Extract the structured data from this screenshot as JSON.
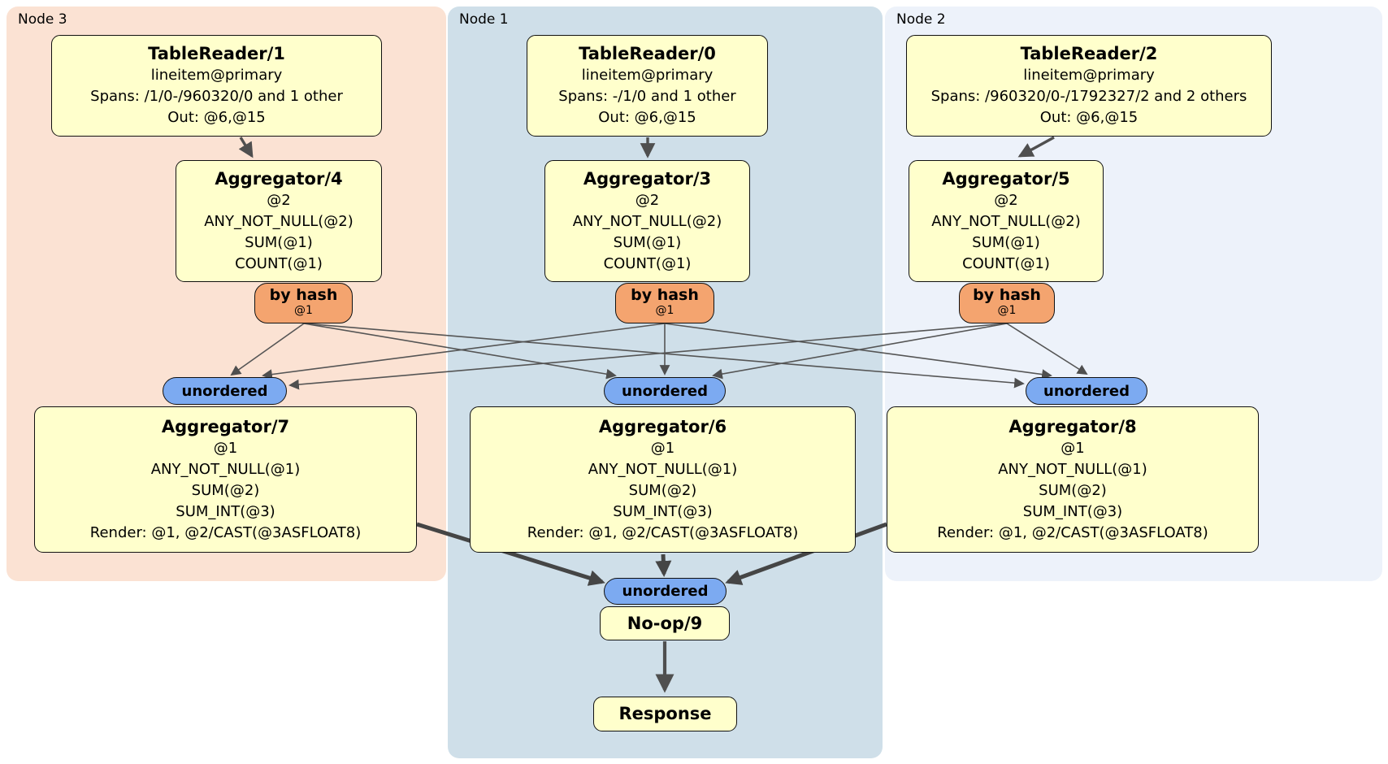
{
  "regions": [
    {
      "label": "Node 3"
    },
    {
      "label": "Node 1"
    },
    {
      "label": "Node 2"
    }
  ],
  "boxes": {
    "tr1": {
      "title": "TableReader/1",
      "lines": [
        "lineitem@primary",
        "Spans: /1/0-/960320/0 and 1 other",
        "Out: @6,@15"
      ]
    },
    "tr0": {
      "title": "TableReader/0",
      "lines": [
        "lineitem@primary",
        "Spans: -/1/0 and 1 other",
        "Out: @6,@15"
      ]
    },
    "tr2": {
      "title": "TableReader/2",
      "lines": [
        "lineitem@primary",
        "Spans: /960320/0-/1792327/2 and 2 others",
        "Out: @6,@15"
      ]
    },
    "agg4": {
      "title": "Aggregator/4",
      "lines": [
        "@2",
        "ANY_NOT_NULL(@2)",
        "SUM(@1)",
        "COUNT(@1)"
      ]
    },
    "agg3": {
      "title": "Aggregator/3",
      "lines": [
        "@2",
        "ANY_NOT_NULL(@2)",
        "SUM(@1)",
        "COUNT(@1)"
      ]
    },
    "agg5": {
      "title": "Aggregator/5",
      "lines": [
        "@2",
        "ANY_NOT_NULL(@2)",
        "SUM(@1)",
        "COUNT(@1)"
      ]
    },
    "agg7": {
      "title": "Aggregator/7",
      "lines": [
        "@1",
        "ANY_NOT_NULL(@1)",
        "SUM(@2)",
        "SUM_INT(@3)",
        "Render: @1, @2/CAST(@3ASFLOAT8)"
      ]
    },
    "agg6": {
      "title": "Aggregator/6",
      "lines": [
        "@1",
        "ANY_NOT_NULL(@1)",
        "SUM(@2)",
        "SUM_INT(@3)",
        "Render: @1, @2/CAST(@3ASFLOAT8)"
      ]
    },
    "agg8": {
      "title": "Aggregator/8",
      "lines": [
        "@1",
        "ANY_NOT_NULL(@1)",
        "SUM(@2)",
        "SUM_INT(@3)",
        "Render: @1, @2/CAST(@3ASFLOAT8)"
      ]
    },
    "noop": {
      "title": "No-op/9"
    },
    "response": {
      "title": "Response"
    }
  },
  "routers": [
    {
      "label": "by hash",
      "detail": "@1"
    },
    {
      "label": "by hash",
      "detail": "@1"
    },
    {
      "label": "by hash",
      "detail": "@1"
    }
  ],
  "syncs": [
    {
      "label": "unordered"
    },
    {
      "label": "unordered"
    },
    {
      "label": "unordered"
    },
    {
      "label": "unordered"
    }
  ],
  "colors": {
    "node3_bg": "#fbe2d3",
    "node1_bg": "#cfdfe9",
    "node2_bg": "#edf2fa",
    "processor_bg": "#ffffcc",
    "router_bg": "#f4a46f",
    "sync_bg": "#7caaf1",
    "edge": "#4f4f4f"
  }
}
